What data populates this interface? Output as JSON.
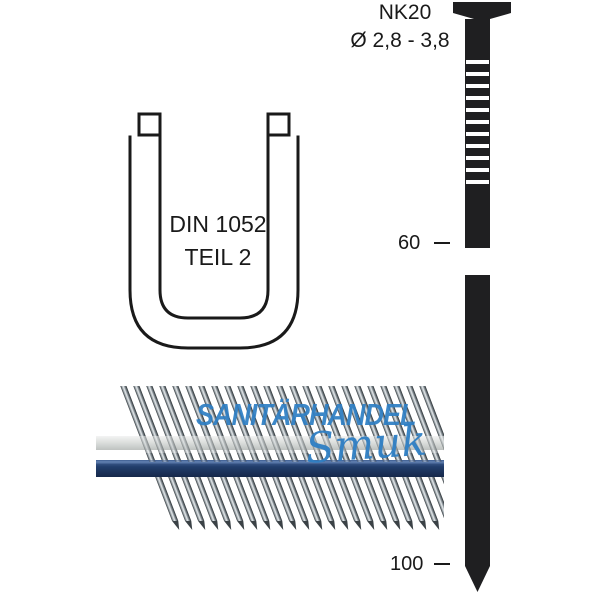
{
  "page": {
    "title": "NK20 Ring Nail Technical Illustration",
    "background_color": "#ffffff",
    "ink_color": "#1a1a1a",
    "watermark_color": "#2f7fc4"
  },
  "nail_spec": {
    "product_code": "NK20",
    "diameter_label": "Ø 2,8 - 3,8",
    "diameter_min_mm": 2.8,
    "diameter_max_mm": 3.8
  },
  "dimensions": {
    "short_length_label": "60",
    "long_length_label": "100",
    "unit": "mm"
  },
  "standard_symbol": {
    "line1": "DIN 1052",
    "line2": "TEIL 2",
    "shape": "staple-u-outline",
    "icon_name": "din-staple-icon"
  },
  "nail_drawing": {
    "icon_name": "ring-shank-nail-icon",
    "head_type": "flat-head",
    "shank_type": "ring-shank",
    "tip_type": "chisel-point",
    "ring_count": 11
  },
  "nail_strip_photo": {
    "icon_name": "collated-nail-strip-photo",
    "description": "Angled collated nail strip with blue plastic collation",
    "nail_count": 24,
    "collation_color": "#2b4a7a",
    "nail_angle_deg": 21
  },
  "watermark": {
    "main_text": "SANITÄRHANDEL",
    "script_text": "Smuk"
  }
}
